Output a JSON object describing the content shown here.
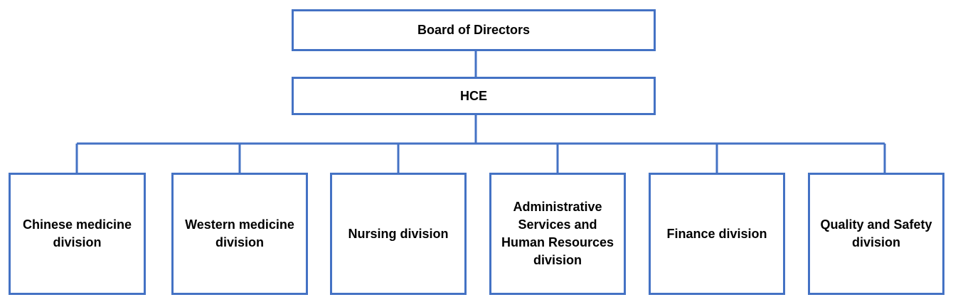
{
  "colors": {
    "box_border": "#4472C4",
    "connector": "#4472C4",
    "text": "#000000",
    "background": "#FFFFFF"
  },
  "chart": {
    "root": {
      "label": "Board of Directors"
    },
    "executive": {
      "label": "HCE"
    },
    "divisions": [
      {
        "label": "Chinese medicine division"
      },
      {
        "label": "Western medicine division"
      },
      {
        "label": "Nursing division"
      },
      {
        "label": "Administrative Services and Human Resources division"
      },
      {
        "label": "Finance division"
      },
      {
        "label": "Quality and Safety division"
      }
    ]
  }
}
